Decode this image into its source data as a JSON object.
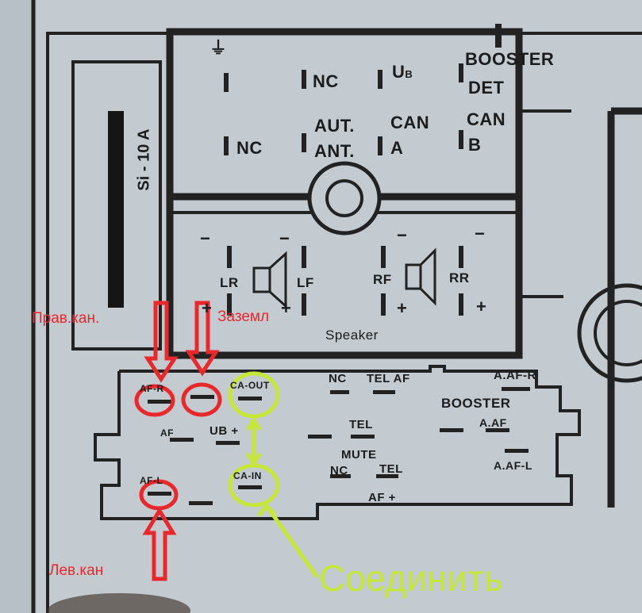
{
  "fuse_label": "Si - 10 A",
  "top_block": {
    "ground_symbol": "⏚",
    "pin_nc_1": "NC",
    "pin_ub": "U",
    "pin_ub_sub": "B",
    "booster_det_line1": "BOOSTER",
    "booster_det_line2": "DET",
    "pin_nc_2": "NC",
    "aut_ant_line1": "AUT.",
    "aut_ant_line2": "ANT.",
    "can_a_line1": "CAN",
    "can_a_line2": "A",
    "can_b_line1": "CAN",
    "can_b_line2": "B"
  },
  "speaker_block": {
    "lr": "LR",
    "lf": "LF",
    "rf": "RF",
    "rr": "RR",
    "minus": "−",
    "plus": "+",
    "caption": "Speaker"
  },
  "lower_block": {
    "af_r": "AF-R",
    "ca_out": "CA-OUT",
    "nc_top": "NC",
    "tel_af": "TEL AF",
    "a_af_r": "A.AF-R",
    "af_minus": "AF",
    "ub_plus": "UB +",
    "tel": "TEL",
    "mute": "MUTE",
    "booster": "BOOSTER",
    "a_af_plus": "A.AF",
    "a_af_l": "A.AF-L",
    "af_l": "AF-L",
    "ca_in": "CA-IN",
    "nc_bottom": "NC",
    "tel_af_plus_line1": "TEL",
    "tel_af_plus_line2": "AF +"
  },
  "annotations": {
    "right_channel": "Прав.кан.",
    "ground": "Заземл",
    "left_channel": "Лев.кан",
    "connect": "Соединить"
  },
  "colors": {
    "panel": "#c3cbd0",
    "print": "#1c1c1c",
    "annotation_red": "#e8282c",
    "annotation_green": "#c6e63a"
  }
}
